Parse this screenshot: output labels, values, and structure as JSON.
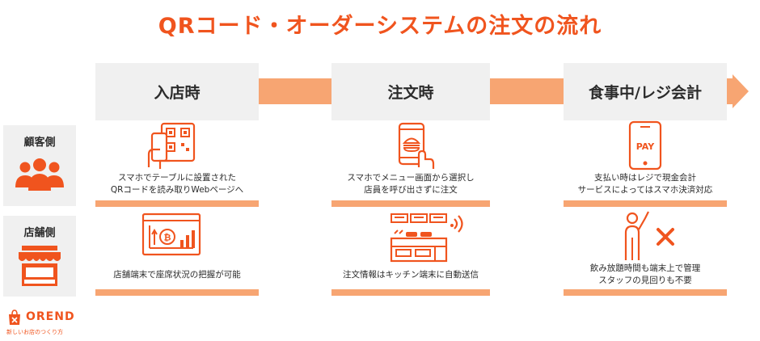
{
  "title": "QRコード・オーダーシステムの注文の流れ",
  "phases": [
    "入店時",
    "注文時",
    "食事中/レジ会計"
  ],
  "sides": {
    "customer": "顧客側",
    "store": "店舗側"
  },
  "customer_steps": [
    [
      "スマホでテーブルに設置された",
      "QRコードを読み取りWebページへ"
    ],
    [
      "スマホでメニュー画面から選択し",
      "店員を呼び出さずに注文"
    ],
    [
      "支払い時はレジで現金会計",
      "サービスによってはスマホ決済対応"
    ]
  ],
  "store_steps": [
    [
      "店舗端末で座席状況の把握が可能"
    ],
    [
      "注文情報はキッチン端末に自動送信"
    ],
    [
      "飲み放題時間も端末上で管理",
      "スタッフの見回りも不要"
    ]
  ],
  "icons": {
    "pay_label": "PAY"
  },
  "brand": {
    "name": "OREND",
    "tagline": "新しいお店のつくり方"
  },
  "colors": {
    "accent": "#f0541e",
    "band": "#f7a572",
    "box": "#f0f0f0"
  }
}
